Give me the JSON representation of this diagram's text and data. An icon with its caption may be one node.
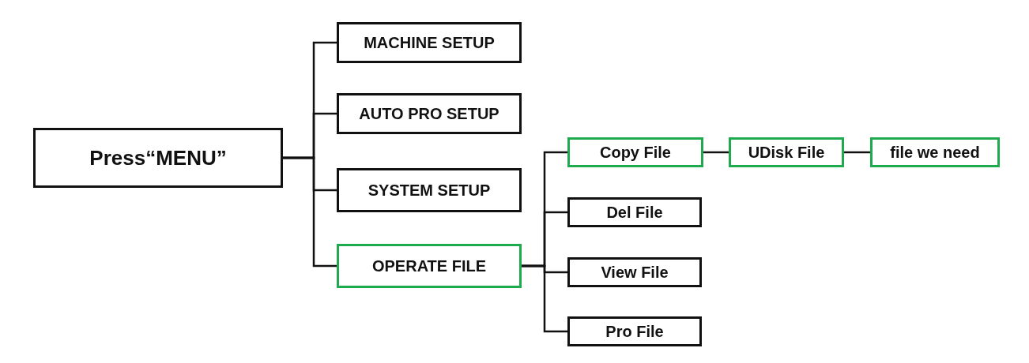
{
  "diagram": {
    "nodes": [
      {
        "text": [
          "Press“MENU”"
        ]
      },
      {
        "text": [
          "MACHINE SETUP"
        ]
      },
      {
        "text": [
          "AUTO PRO SETUP"
        ]
      },
      {
        "text": [
          "SYSTEM SETUP"
        ]
      },
      {
        "text": [
          "OPERATE FILE"
        ]
      },
      {
        "text": [
          "Copy File"
        ]
      },
      {
        "text": [
          "Del File"
        ]
      },
      {
        "text": [
          "View File"
        ]
      },
      {
        "text": [
          "Pro File"
        ]
      },
      {
        "text": [
          "UDisk File"
        ]
      },
      {
        "text": [
          "file we need"
        ]
      }
    ],
    "edges": [
      {
        "from": 0,
        "to": 1,
        "arrow": "none"
      },
      {
        "from": 0,
        "to": 2,
        "arrow": "none"
      },
      {
        "from": 0,
        "to": 3,
        "arrow": "none"
      },
      {
        "from": 0,
        "to": 4,
        "arrow": "none"
      },
      {
        "from": 4,
        "to": 5,
        "arrow": "none"
      },
      {
        "from": 4,
        "to": 6,
        "arrow": "none"
      },
      {
        "from": 4,
        "to": 7,
        "arrow": "none"
      },
      {
        "from": 4,
        "to": 8,
        "arrow": "none"
      },
      {
        "from": 5,
        "to": 9,
        "arrow": "none"
      },
      {
        "from": 9,
        "to": 10,
        "arrow": "none"
      }
    ]
  }
}
